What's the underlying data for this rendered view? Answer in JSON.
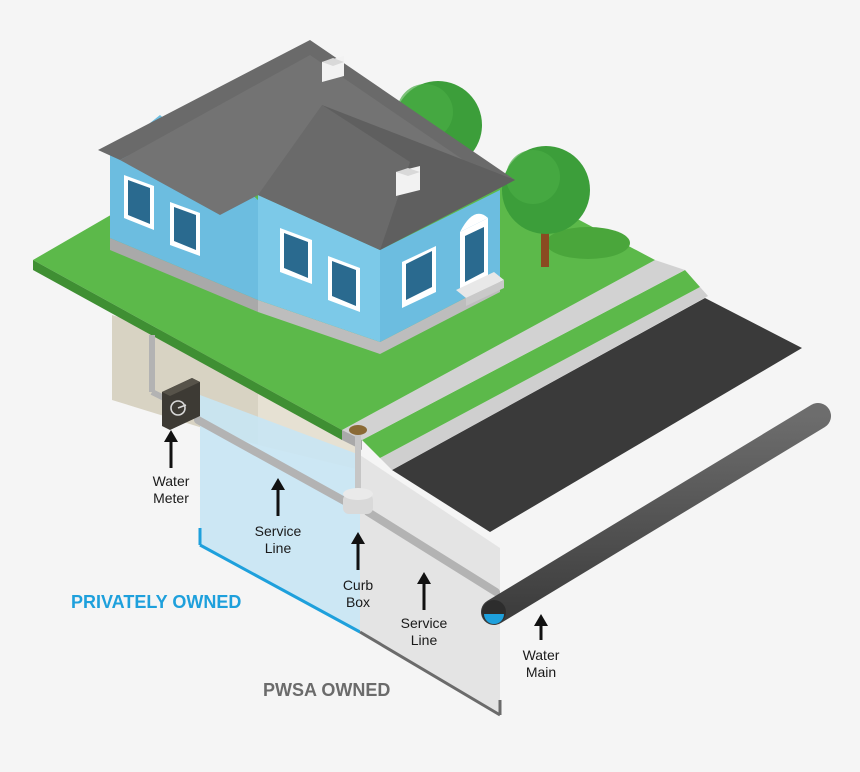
{
  "labels": {
    "water_meter": [
      "Water",
      "Meter"
    ],
    "service_line_private": [
      "Service",
      "Line"
    ],
    "curb_box": [
      "Curb",
      "Box"
    ],
    "service_line_pwsa": [
      "Service",
      "Line"
    ],
    "water_main": [
      "Water",
      "Main"
    ]
  },
  "ownership": {
    "private": "PRIVATELY OWNED",
    "pwsa": "PWSA OWNED"
  },
  "colors": {
    "private_zone": "#1ea0dc",
    "pwsa_zone": "#6b6b6b",
    "grass": "#5cb94a",
    "house_wall": "#6cbde0",
    "roof": "#6a6a6a",
    "road": "#3a3a3a",
    "pipe": "#b3b3b3"
  }
}
